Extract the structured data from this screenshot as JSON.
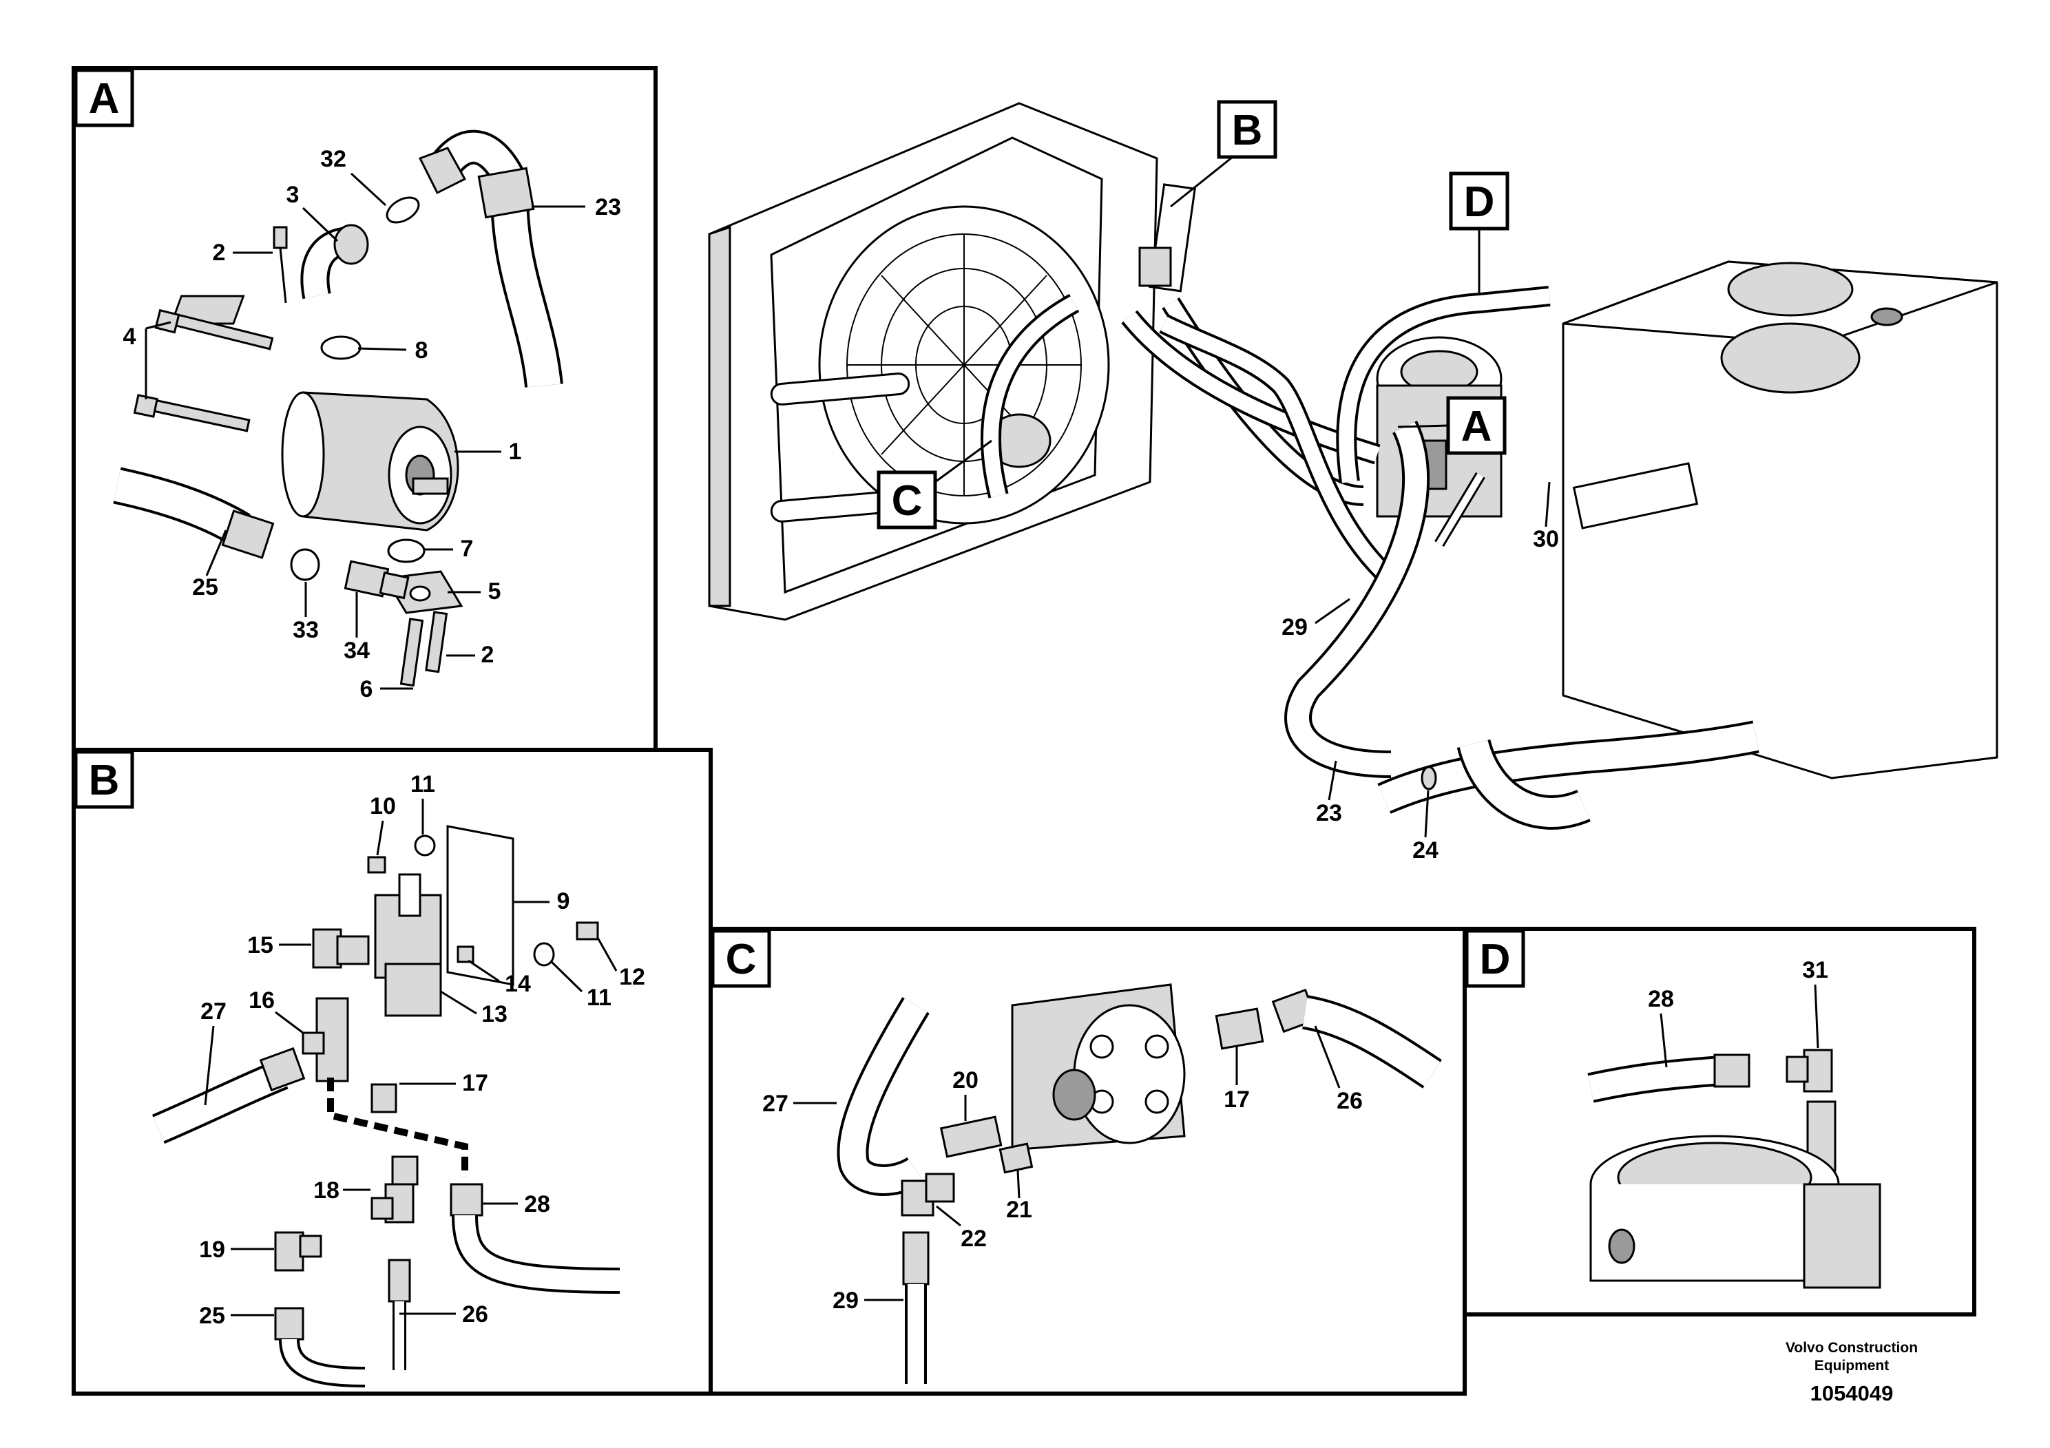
{
  "panels": {
    "A": {
      "label": "A"
    },
    "B": {
      "label": "B"
    },
    "C": {
      "label": "C"
    },
    "D": {
      "label": "D"
    }
  },
  "overview_markers": [
    "B",
    "D",
    "A",
    "C"
  ],
  "callouts": {
    "A": [
      "32",
      "3",
      "2",
      "4",
      "8",
      "23",
      "1",
      "7",
      "5",
      "25",
      "33",
      "34",
      "2",
      "6"
    ],
    "B": [
      "11",
      "10",
      "9",
      "15",
      "12",
      "11",
      "14",
      "27",
      "16",
      "13",
      "17",
      "18",
      "28",
      "19",
      "25",
      "26"
    ],
    "C": [
      "20",
      "17",
      "26",
      "27",
      "21",
      "22",
      "29"
    ],
    "D": [
      "28",
      "31"
    ],
    "overview": [
      "30",
      "29",
      "23",
      "24"
    ]
  },
  "footer": {
    "brand_line1": "Volvo Construction",
    "brand_line2": "Equipment",
    "drawing_number": "1054049"
  }
}
